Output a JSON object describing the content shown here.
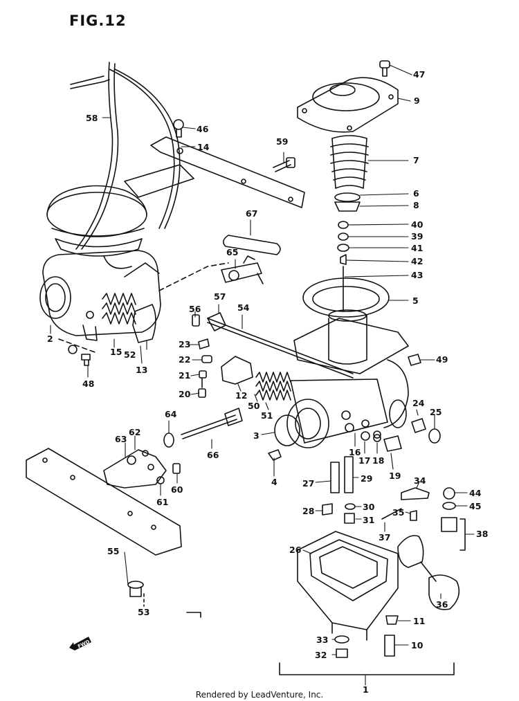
{
  "figure": {
    "title": "FIG.12",
    "footer": "Rendered by LeadVenture, Inc.",
    "fwd_label": "FWD"
  },
  "callouts": [
    {
      "id": "c47",
      "label": "47"
    },
    {
      "id": "c9",
      "label": "9"
    },
    {
      "id": "c7",
      "label": "7"
    },
    {
      "id": "c6",
      "label": "6"
    },
    {
      "id": "c8",
      "label": "8"
    },
    {
      "id": "c40",
      "label": "40"
    },
    {
      "id": "c39",
      "label": "39"
    },
    {
      "id": "c41",
      "label": "41"
    },
    {
      "id": "c42",
      "label": "42"
    },
    {
      "id": "c43",
      "label": "43"
    },
    {
      "id": "c5",
      "label": "5"
    },
    {
      "id": "c49",
      "label": "49"
    },
    {
      "id": "c58",
      "label": "58"
    },
    {
      "id": "c46",
      "label": "46"
    },
    {
      "id": "c14",
      "label": "14"
    },
    {
      "id": "c59",
      "label": "59"
    },
    {
      "id": "c67",
      "label": "67"
    },
    {
      "id": "c65",
      "label": "65"
    },
    {
      "id": "c2",
      "label": "2"
    },
    {
      "id": "c15",
      "label": "15"
    },
    {
      "id": "c52",
      "label": "52"
    },
    {
      "id": "c13",
      "label": "13"
    },
    {
      "id": "c48",
      "label": "48"
    },
    {
      "id": "c56",
      "label": "56"
    },
    {
      "id": "c57",
      "label": "57"
    },
    {
      "id": "c54",
      "label": "54"
    },
    {
      "id": "c23",
      "label": "23"
    },
    {
      "id": "c22",
      "label": "22"
    },
    {
      "id": "c21",
      "label": "21"
    },
    {
      "id": "c20",
      "label": "20"
    },
    {
      "id": "c12",
      "label": "12"
    },
    {
      "id": "c50",
      "label": "50"
    },
    {
      "id": "c51",
      "label": "51"
    },
    {
      "id": "c24",
      "label": "24"
    },
    {
      "id": "c25",
      "label": "25"
    },
    {
      "id": "c64",
      "label": "64"
    },
    {
      "id": "c62",
      "label": "62"
    },
    {
      "id": "c63",
      "label": "63"
    },
    {
      "id": "c66",
      "label": "66"
    },
    {
      "id": "c3",
      "label": "3"
    },
    {
      "id": "c16",
      "label": "16"
    },
    {
      "id": "c17",
      "label": "17"
    },
    {
      "id": "c18",
      "label": "18"
    },
    {
      "id": "c19",
      "label": "19"
    },
    {
      "id": "c4",
      "label": "4"
    },
    {
      "id": "c60",
      "label": "60"
    },
    {
      "id": "c61",
      "label": "61"
    },
    {
      "id": "c27",
      "label": "27"
    },
    {
      "id": "c29",
      "label": "29"
    },
    {
      "id": "c34",
      "label": "34"
    },
    {
      "id": "c44",
      "label": "44"
    },
    {
      "id": "c45",
      "label": "45"
    },
    {
      "id": "c28",
      "label": "28"
    },
    {
      "id": "c30",
      "label": "30"
    },
    {
      "id": "c31",
      "label": "31"
    },
    {
      "id": "c35",
      "label": "35"
    },
    {
      "id": "c37",
      "label": "37"
    },
    {
      "id": "c38",
      "label": "38"
    },
    {
      "id": "c55",
      "label": "55"
    },
    {
      "id": "c26",
      "label": "26"
    },
    {
      "id": "c36",
      "label": "36"
    },
    {
      "id": "c53",
      "label": "53"
    },
    {
      "id": "c11",
      "label": "11"
    },
    {
      "id": "c33",
      "label": "33"
    },
    {
      "id": "c10",
      "label": "10"
    },
    {
      "id": "c32",
      "label": "32"
    },
    {
      "id": "c1",
      "label": "1"
    }
  ]
}
